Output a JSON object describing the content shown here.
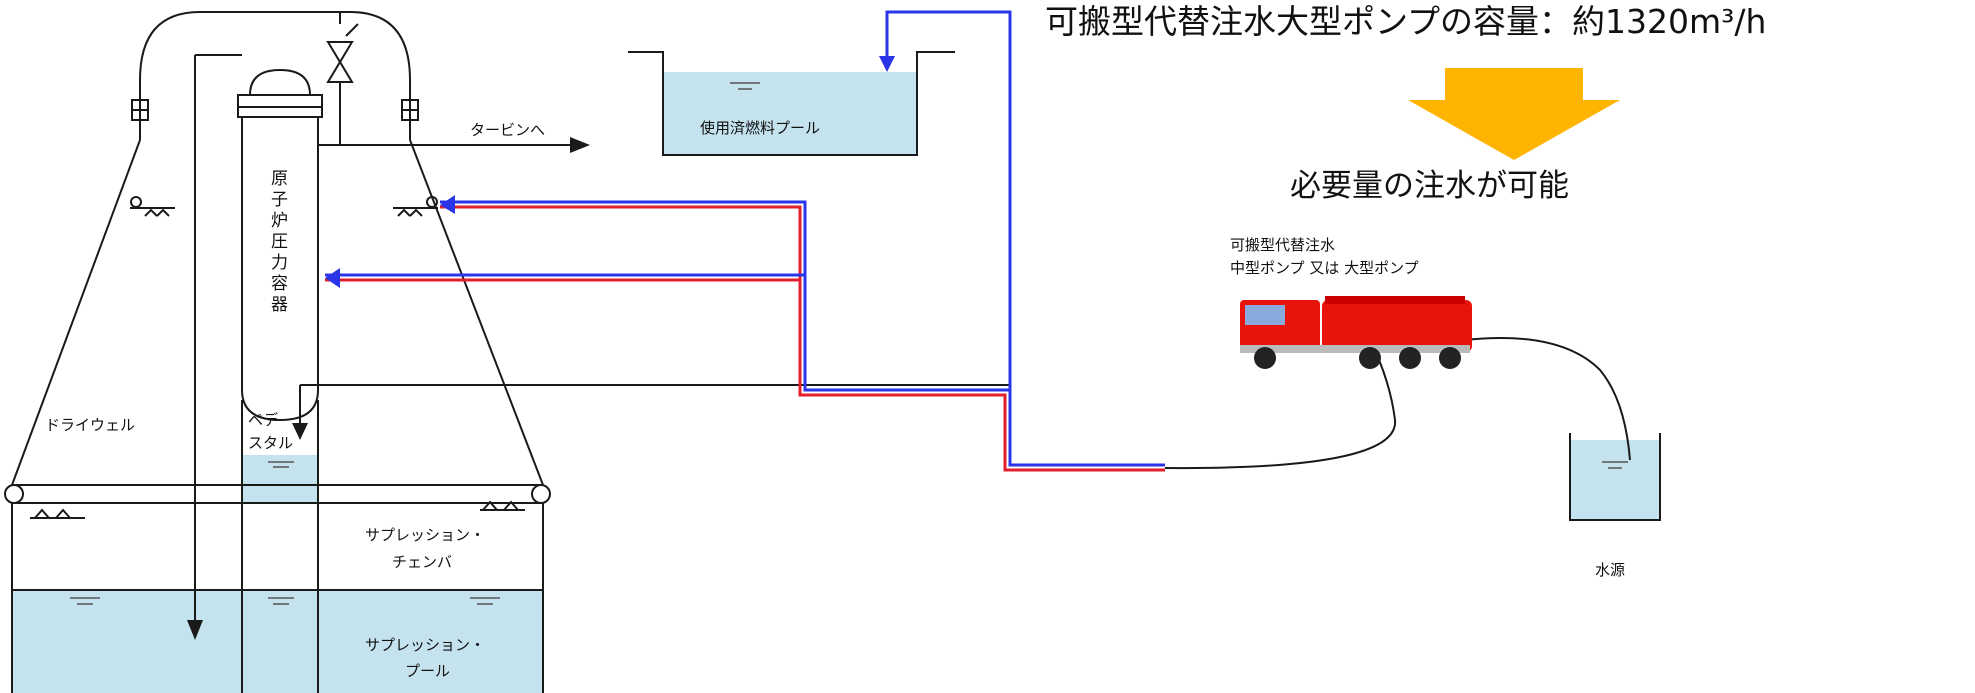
{
  "header": {
    "capacity_text": "可搬型代替注水大型ポンプの容量：約1320m³/h",
    "conclusion_text": "必要量の注水が可能"
  },
  "labels": {
    "turbine": "タービンへ",
    "spent_fuel_pool": "使用済燃料プール",
    "rpv": [
      "原",
      "子",
      "炉",
      "圧",
      "力",
      "容",
      "器"
    ],
    "drywell": "ドライウェル",
    "pedestal_line1": "ペデ",
    "pedestal_line2": "スタル",
    "suppression_chamber_line1": "サプレッション・",
    "suppression_chamber_line2": "チェンバ",
    "suppression_pool_line1": "サプレッション・",
    "suppression_pool_line2": "プール",
    "pump_line1": "可搬型代替注水",
    "pump_line2": "中型ポンプ 又は 大型ポンプ",
    "water_source": "水源"
  },
  "colors": {
    "water": "#c4e3ee",
    "line_blue": "#2b35e8",
    "line_red": "#e21f2a",
    "arrow_orange": "#ffb400",
    "truck_red": "#e8140c",
    "outline": "#1a1a1a"
  }
}
